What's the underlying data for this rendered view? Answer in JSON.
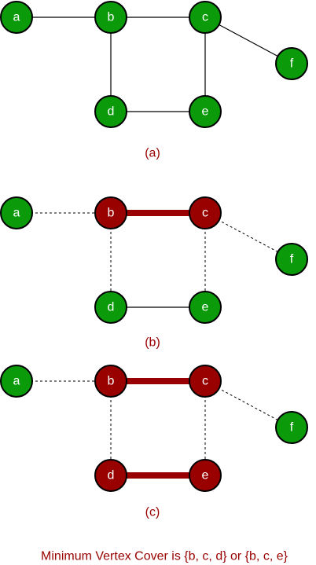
{
  "colors": {
    "uncovered_node": "#0a9a0a",
    "cover_node": "#990000",
    "text_accent": "#990000",
    "edge": "#000000"
  },
  "nodes": [
    "a",
    "b",
    "c",
    "d",
    "e",
    "f"
  ],
  "edges": [
    [
      "a",
      "b"
    ],
    [
      "b",
      "c"
    ],
    [
      "c",
      "f"
    ],
    [
      "b",
      "d"
    ],
    [
      "c",
      "e"
    ],
    [
      "d",
      "e"
    ]
  ],
  "panels": [
    {
      "caption": "(a)",
      "cover": [],
      "dashed_edges": [],
      "highlighted_edges": []
    },
    {
      "caption": "(b)",
      "cover": [
        "b",
        "c"
      ],
      "dashed_edges": [
        [
          "a",
          "b"
        ],
        [
          "c",
          "f"
        ],
        [
          "b",
          "d"
        ],
        [
          "c",
          "e"
        ]
      ],
      "highlighted_edges": [
        [
          "b",
          "c"
        ]
      ]
    },
    {
      "caption": "(c)",
      "cover": [
        "b",
        "c",
        "d",
        "e"
      ],
      "dashed_edges": [
        [
          "a",
          "b"
        ],
        [
          "c",
          "f"
        ],
        [
          "b",
          "d"
        ],
        [
          "c",
          "e"
        ]
      ],
      "highlighted_edges": [
        [
          "b",
          "c"
        ],
        [
          "d",
          "e"
        ]
      ]
    }
  ],
  "conclusion": "Minimum Vertex Cover is {b, c, d} or {b, c, e}"
}
